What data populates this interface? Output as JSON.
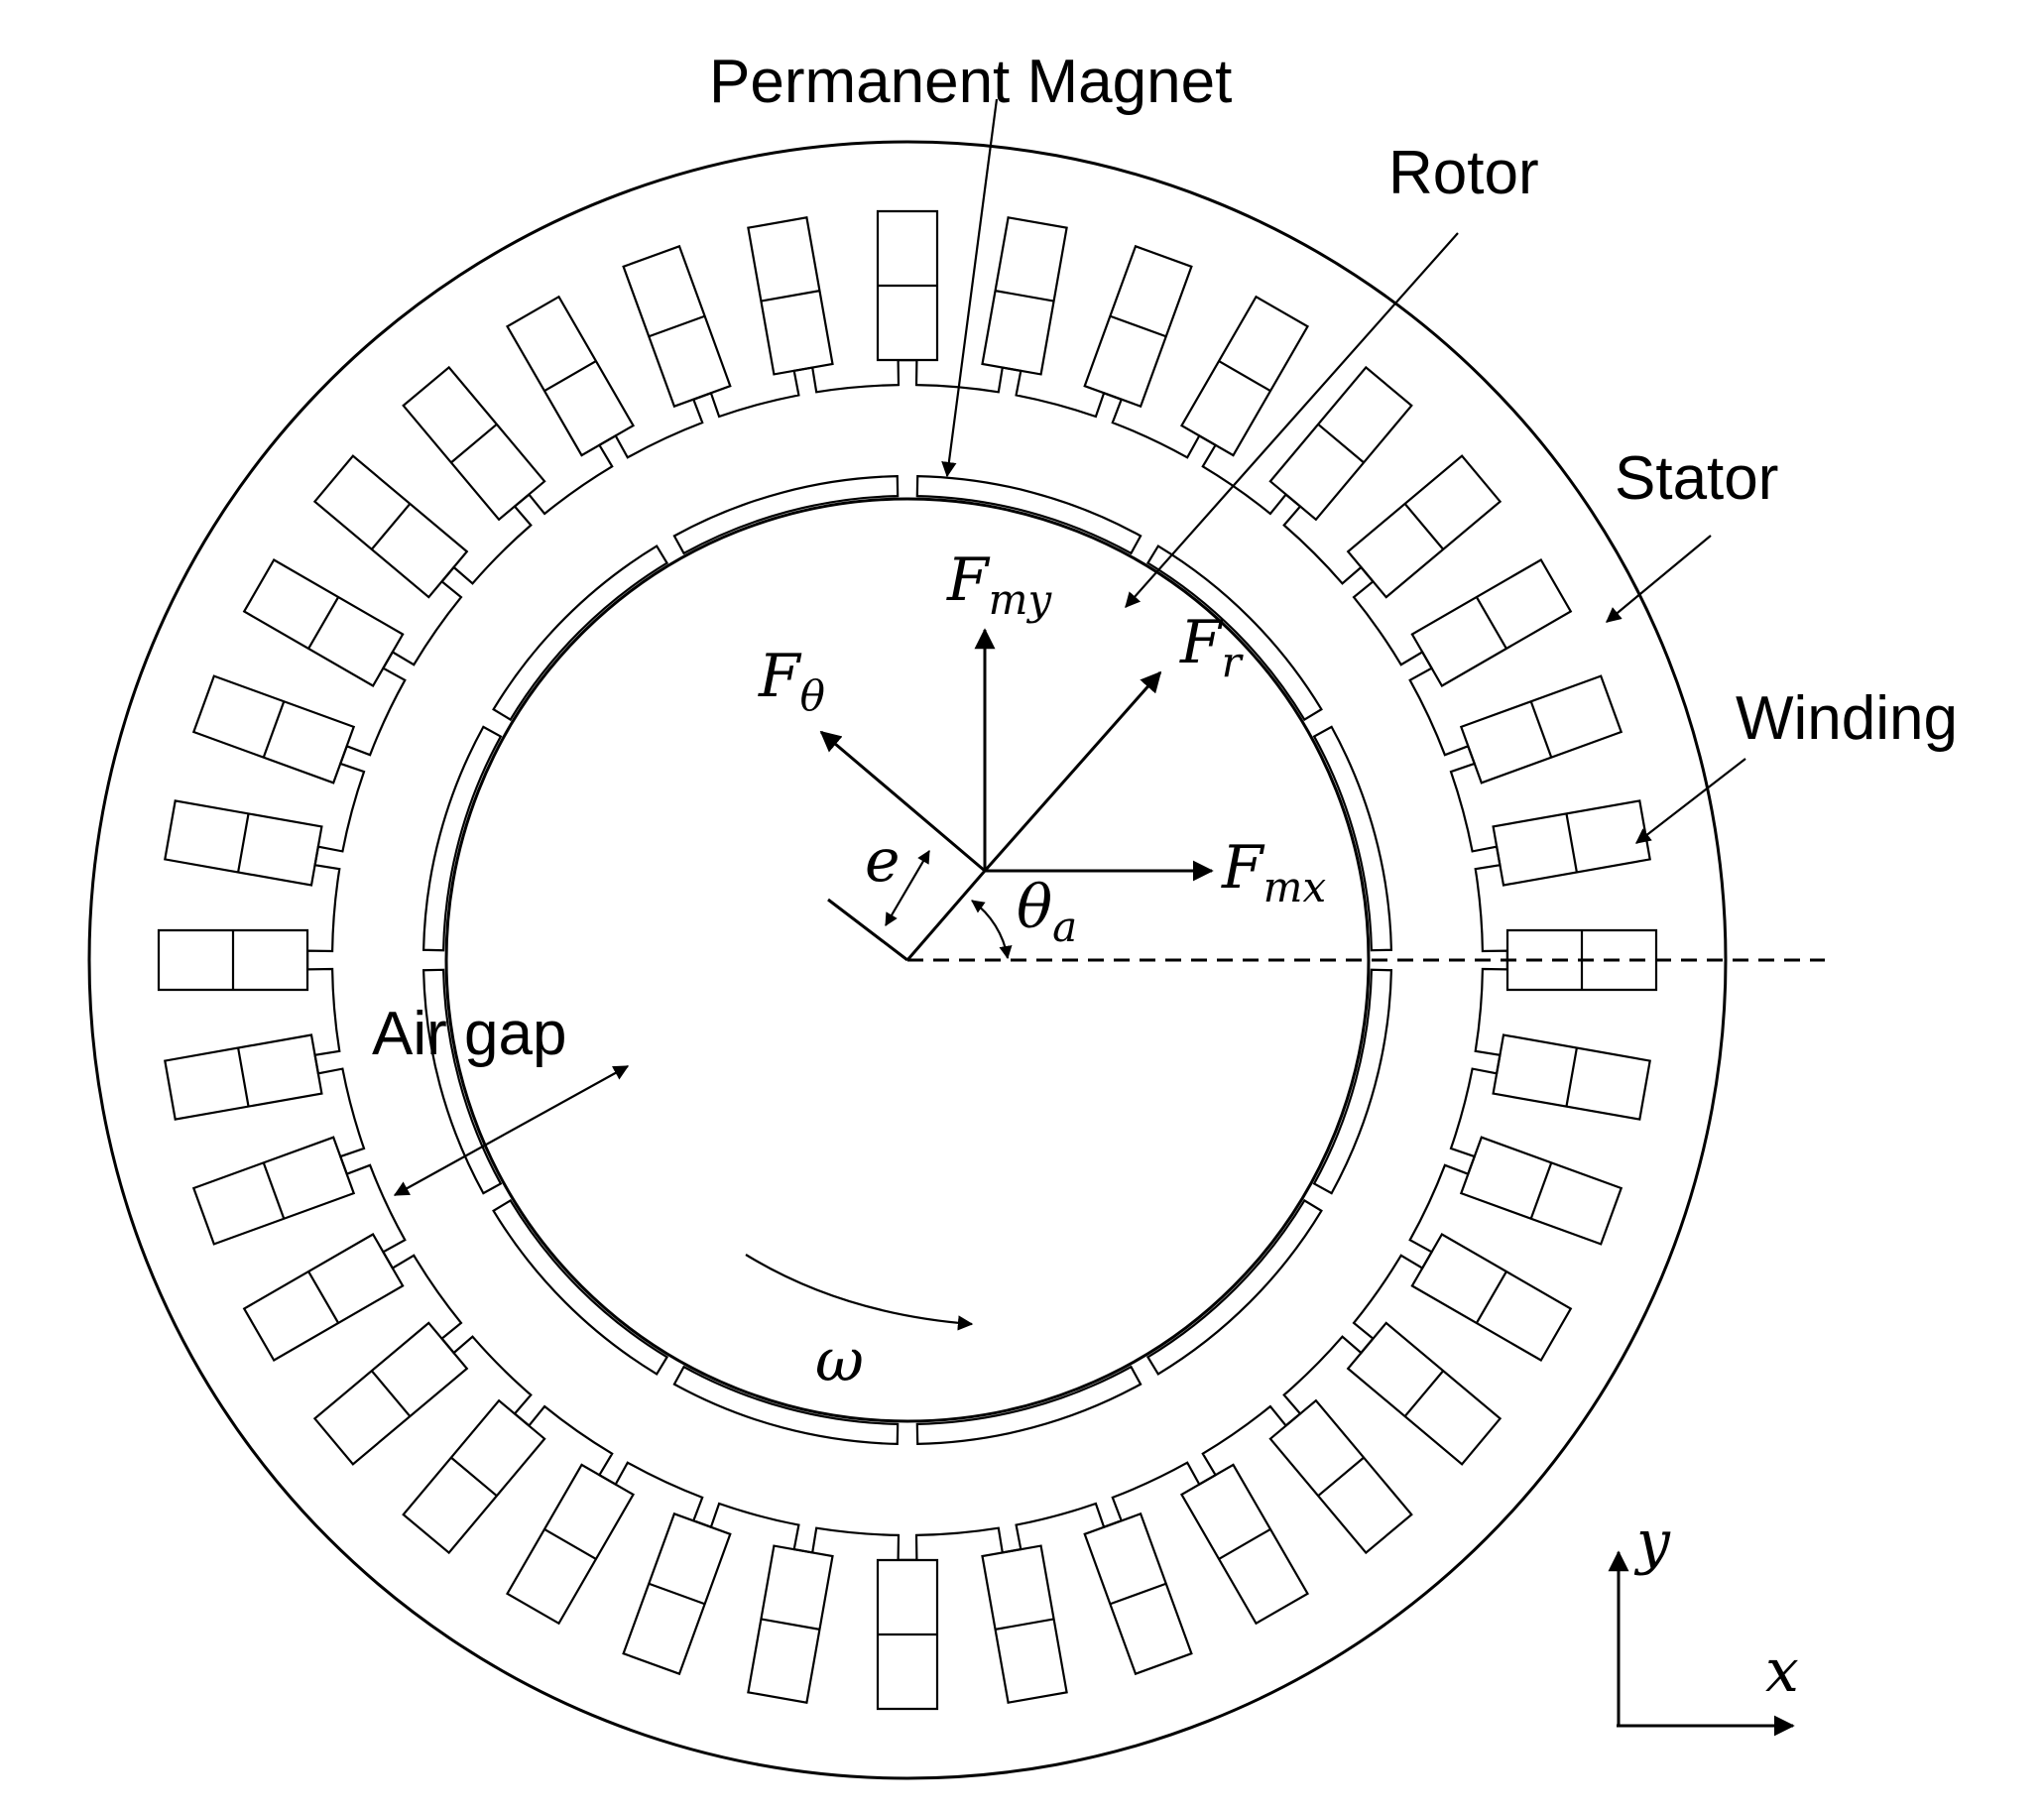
{
  "labels": {
    "permanent_magnet": "Permanent Magnet",
    "rotor": "Rotor",
    "stator": "Stator",
    "winding": "Winding",
    "air_gap": "Air gap"
  },
  "symbols": {
    "f_my": {
      "main": "F",
      "sub": "my"
    },
    "f_r": {
      "main": "F",
      "sub": "r"
    },
    "f_theta": {
      "main": "F",
      "sub": "θ"
    },
    "f_mx": {
      "main": "F",
      "sub": "mx"
    },
    "theta_a": {
      "main": "θ",
      "sub": "a"
    },
    "e": "e",
    "omega": "ω",
    "axis_x": "x",
    "axis_y": "y"
  },
  "stator": {
    "slot_count": 36,
    "winding_layers": 2
  },
  "rotor": {
    "magnet_count": 12
  },
  "colors": {
    "line": "#000000",
    "background": "#ffffff"
  }
}
